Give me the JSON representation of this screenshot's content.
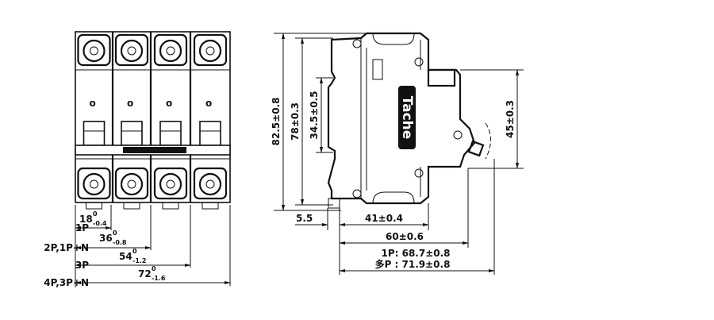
{
  "front_view": {
    "pole_mark": "o",
    "widths": [
      {
        "label": "1P",
        "nominal": "18",
        "upper": "0",
        "lower": "-0.4"
      },
      {
        "label": "2P,1P+N",
        "nominal": "36",
        "upper": "0",
        "lower": "-0.8"
      },
      {
        "label": "3P",
        "nominal": "54",
        "upper": "0",
        "lower": "-1.2"
      },
      {
        "label": "4P,3P+N",
        "nominal": "72",
        "upper": "0",
        "lower": "-1.6"
      }
    ]
  },
  "side_view": {
    "brand": "Tache",
    "vertical_dims": {
      "total_height": "82.5±0.8",
      "body_height": "78±0.3",
      "rail_height": "34.5±0.5",
      "front_height": "45±0.3"
    },
    "horizontal_dims": {
      "rail_offset": "5.5",
      "body_depth": "41±0.4",
      "depth_to_front": "60±0.6",
      "depth_1p": "1P: 68.7±0.8",
      "depth_multi": "多P : 71.9±0.8"
    }
  }
}
